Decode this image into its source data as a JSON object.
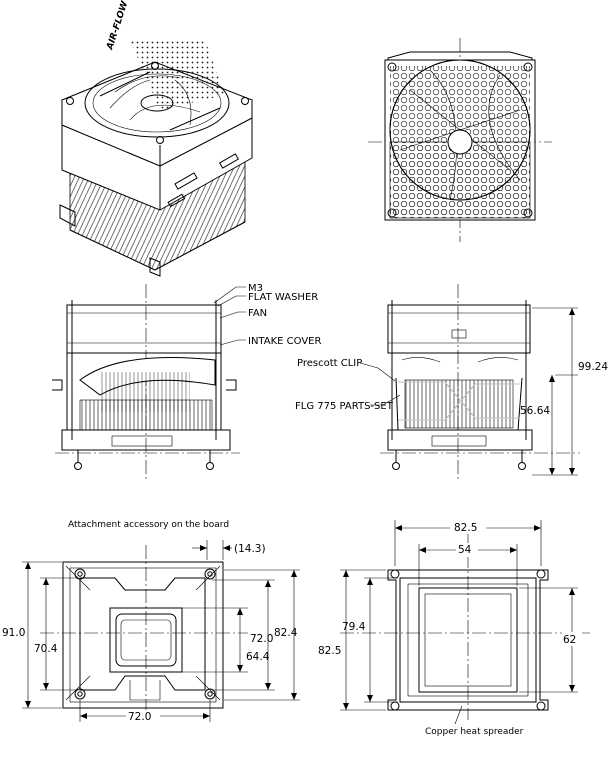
{
  "airflow": "AIR-FLOW",
  "callouts": {
    "m3": "M3",
    "flat_washer": "FLAT WASHER",
    "fan": "FAN",
    "intake_cover": "INTAKE COVER",
    "prescott_clip": "Prescott CLIP",
    "flg_parts": "FLG 775 PARTS-SET"
  },
  "side_dims": {
    "overall_height": "99.24",
    "clip_height": "56.64"
  },
  "bottom_left": {
    "caption": "Attachment accessory on the board",
    "offset": "(14.3)",
    "h_91": "91.0",
    "h_70": "70.4",
    "h_72": "72.0",
    "h_64": "64.4",
    "h_82": "82.4",
    "w_72": "72.0"
  },
  "bottom_right": {
    "w_82": "82.5",
    "w_54": "54",
    "h_82": "82.5",
    "h_79": "79.4",
    "h_62": "62",
    "caption": "Copper heat spreader"
  }
}
